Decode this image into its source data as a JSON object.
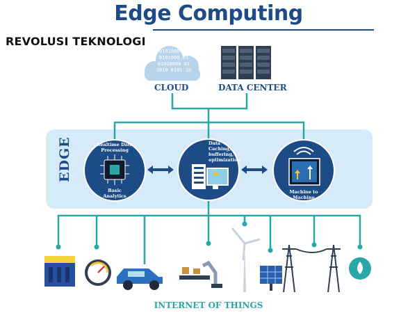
{
  "title": "Edge Computing",
  "subtitle": "REVOLUSI TEKNOLOGI",
  "top": {
    "cloud_label": "CLOUD",
    "datacenter_label": "DATA CENTER",
    "binary_rows": [
      "0101000 01",
      "0101000 01",
      "01010000 01",
      "1010 0101 10"
    ]
  },
  "edge": {
    "label": "EDGE",
    "nodes": [
      {
        "top_text": [
          "Realtime Data",
          "Processing"
        ],
        "bottom_text": [
          "Basic",
          "Analytics"
        ]
      },
      {
        "top_text": [
          "Data",
          "Caching,",
          "buffering,",
          "optimization"
        ],
        "bottom_text": []
      },
      {
        "top_text": [],
        "bottom_text": [
          "Machine to",
          "Machine"
        ]
      }
    ]
  },
  "iot_label": "INTERNET OF THINGS",
  "colors": {
    "title": "#1d4b86",
    "node": "#1d4b86",
    "edge_band": "#d6ebf8",
    "connector": "#2aa6a6",
    "cloud": "#b9d3ea",
    "server": "#2f3e50"
  },
  "icons": [
    "cloud-icon",
    "server-rack-icon",
    "cpu-chip-icon",
    "server-monitor-icon",
    "wifi-tablet-icon",
    "bidirectional-arrow-icon",
    "battery-pack-icon",
    "speedometer-icon",
    "car-icon",
    "robot-arm-conveyor-icon",
    "wind-turbine-icon",
    "solar-panel-icon",
    "power-tower-icon",
    "water-drop-icon"
  ]
}
